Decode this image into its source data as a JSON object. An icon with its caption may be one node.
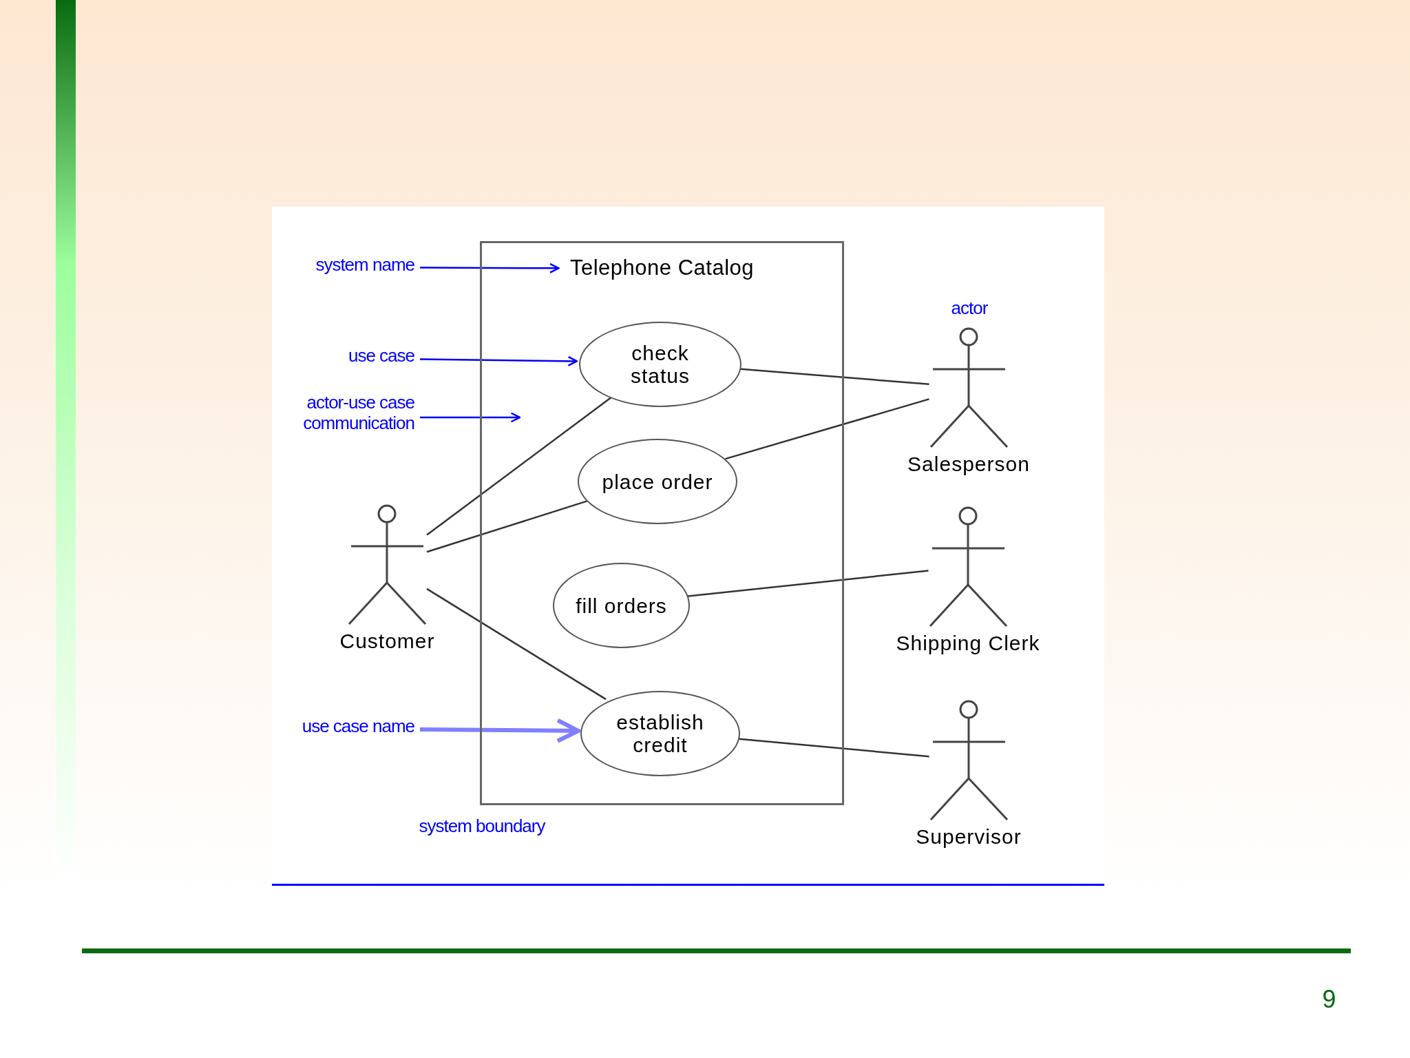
{
  "diagram": {
    "nodes": [
      {
        "text": [
          "Telephone Catalog"
        ]
      },
      {
        "text": [
          "check status"
        ],
        "in": 0
      },
      {
        "text": [
          "place order"
        ],
        "in": 0
      },
      {
        "text": [
          "fill orders"
        ],
        "in": 0
      },
      {
        "text": [
          "establish credit"
        ],
        "in": 0
      },
      {
        "text": [
          "Customer"
        ]
      },
      {
        "text": [
          "Salesperson"
        ]
      },
      {
        "text": [
          "Shipping Clerk"
        ]
      },
      {
        "text": [
          "Supervisor"
        ]
      },
      {
        "text": [
          "system name"
        ]
      },
      {
        "text": [
          "use case"
        ]
      },
      {
        "text": [
          "actor-use case communication"
        ]
      },
      {
        "text": [
          "use case name"
        ]
      }
    ],
    "edges": [
      {
        "from": 5,
        "to": 1,
        "arrow": "none"
      },
      {
        "from": 5,
        "to": 2,
        "arrow": "none"
      },
      {
        "from": 5,
        "to": 4,
        "arrow": "none"
      },
      {
        "from": 1,
        "to": 6,
        "arrow": "none"
      },
      {
        "from": 2,
        "to": 6,
        "arrow": "none"
      },
      {
        "from": 3,
        "to": 7,
        "arrow": "none"
      },
      {
        "from": 4,
        "to": 8,
        "arrow": "none"
      },
      {
        "from": 9,
        "to": 0,
        "arrow": "to",
        "color": "#0000ff"
      },
      {
        "from": 10,
        "to": 1,
        "arrow": "to",
        "color": "#0000ff"
      },
      {
        "from": 11,
        "to": null,
        "arrow": "to",
        "color": "#0000ff"
      },
      {
        "from": 12,
        "to": 4,
        "arrow": "to",
        "style": "thick",
        "color": "#8080ff"
      }
    ],
    "labels": [
      "actor",
      "system boundary",
      "9"
    ]
  }
}
